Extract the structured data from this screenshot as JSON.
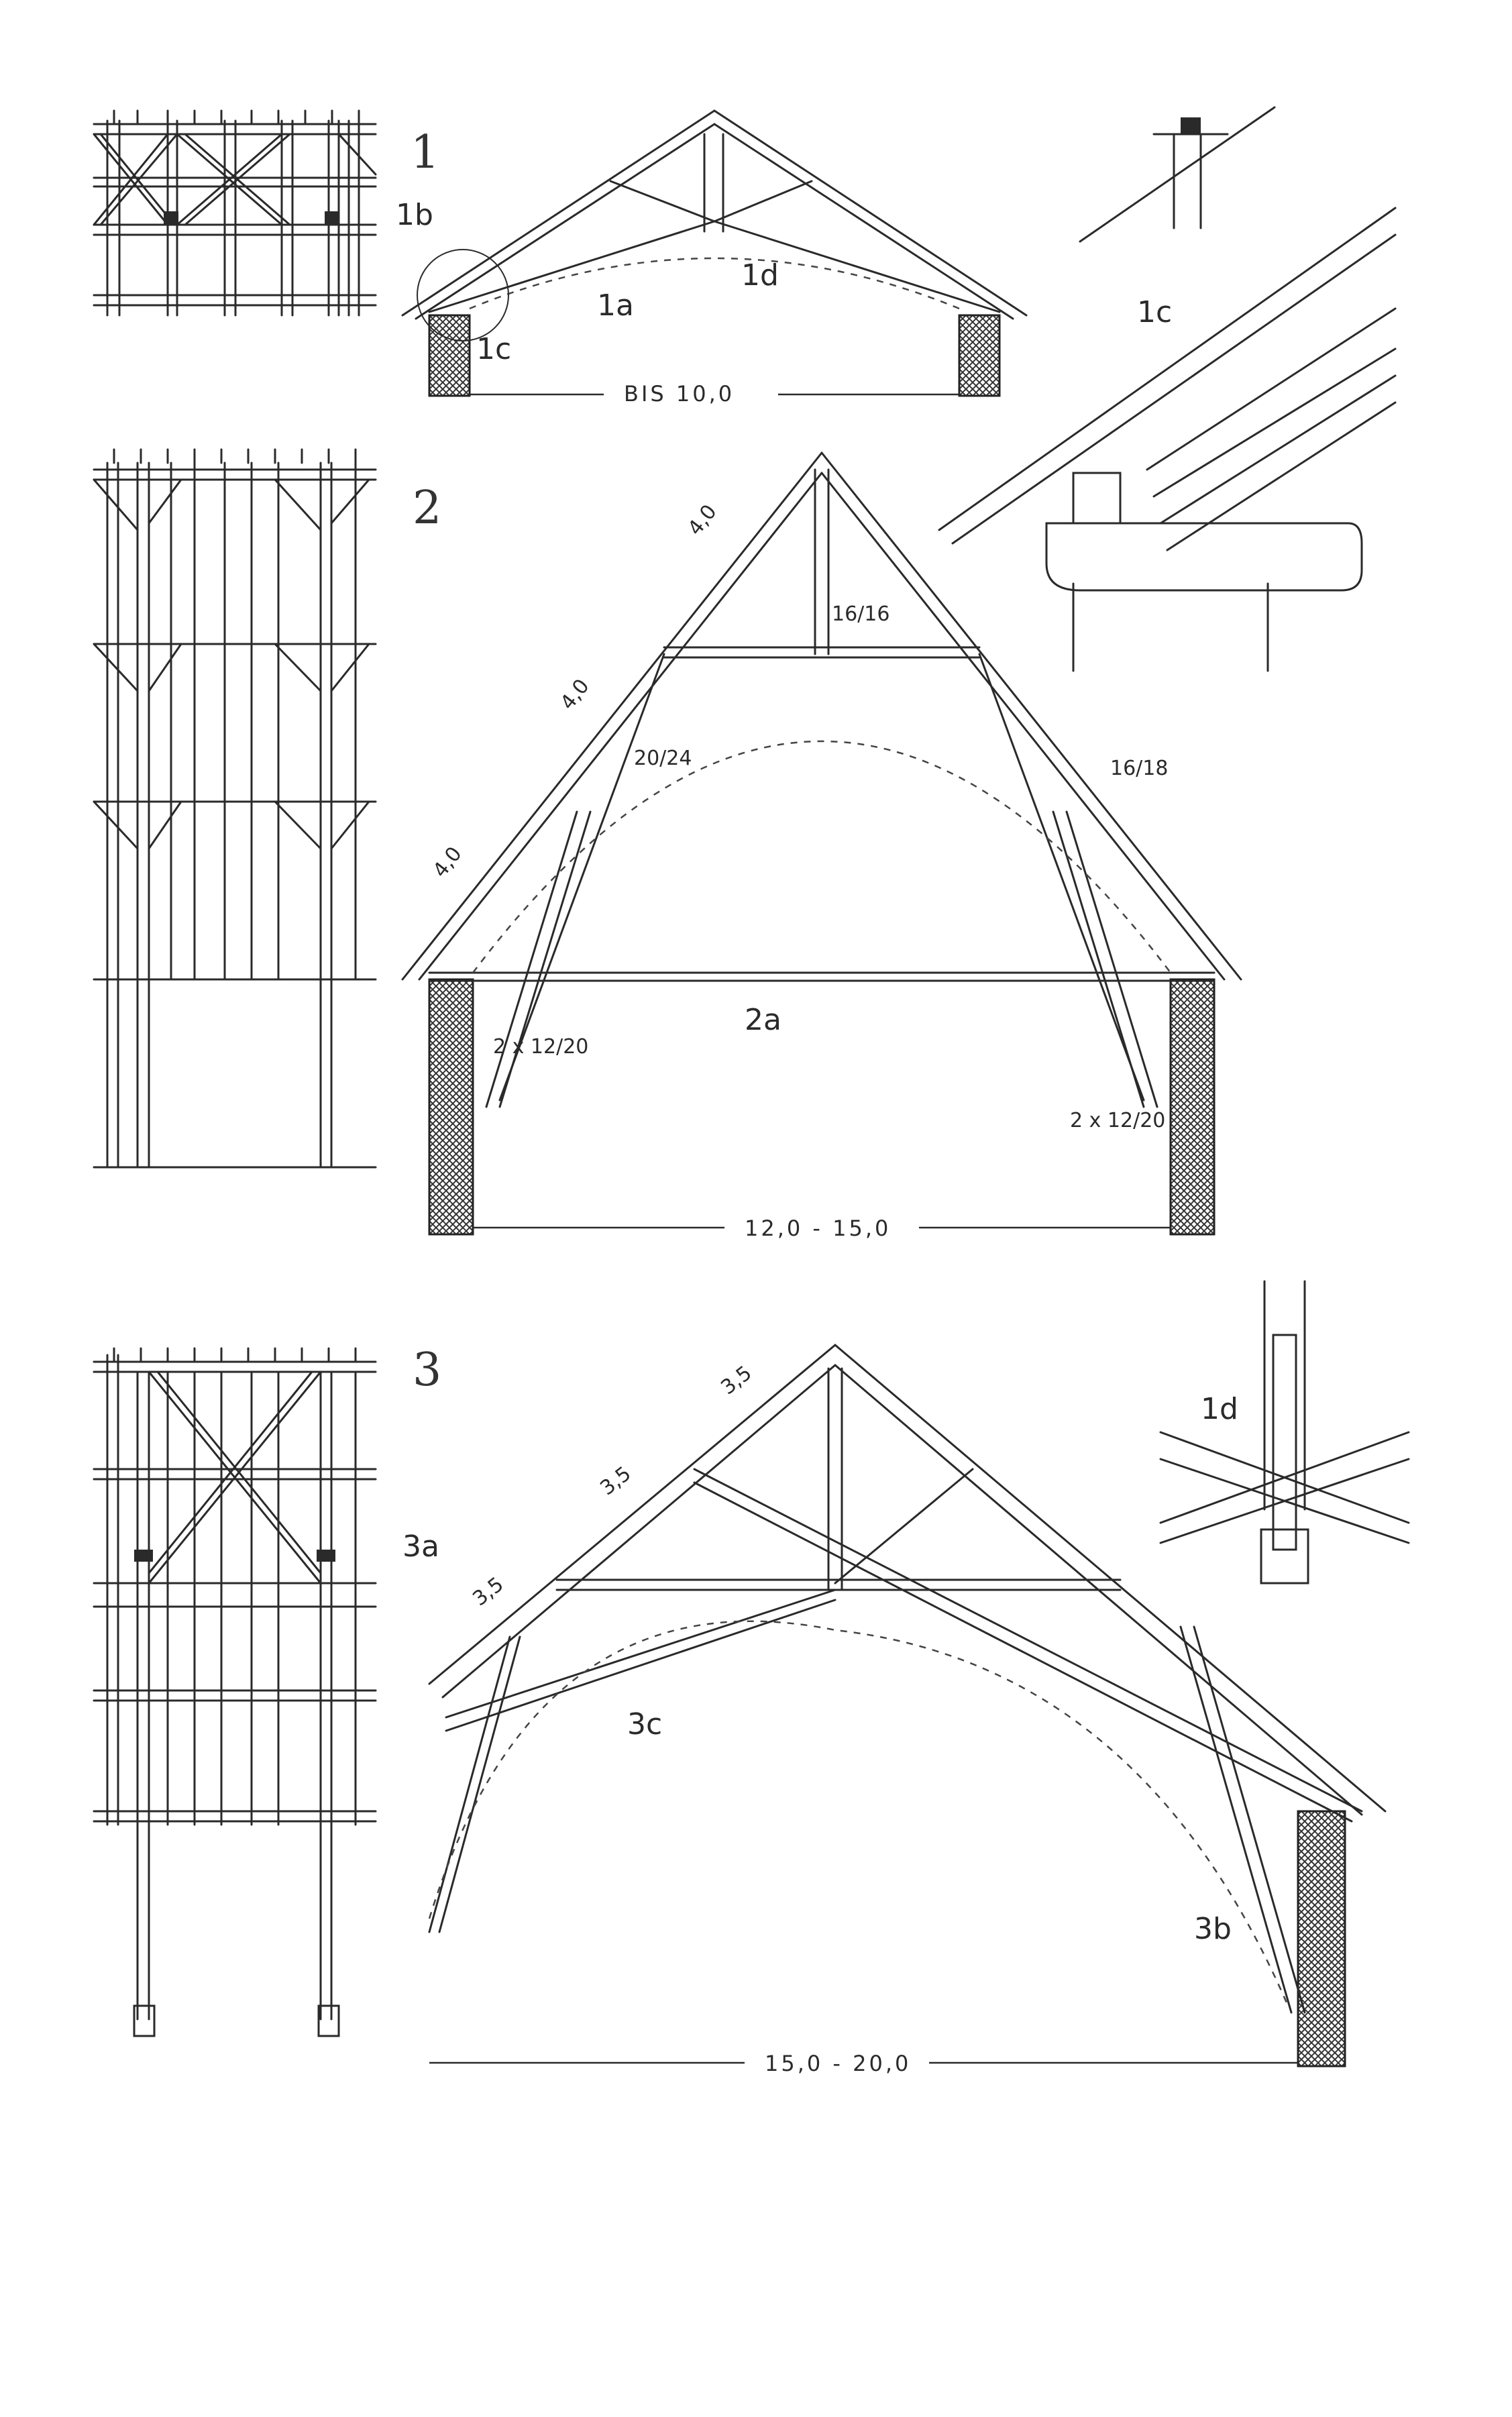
{
  "colors": {
    "ink": "#2a2a2a",
    "paper": "#ffffff"
  },
  "figure1": {
    "number": "1",
    "labels": {
      "tie": "1a",
      "elevation": "1b",
      "detail_foot": "1c",
      "detail_hanger": "1d"
    },
    "span": "BIS 10,0"
  },
  "figure2": {
    "number": "2",
    "labels": {
      "tie": "2a"
    },
    "segments": [
      "4,0",
      "4,0",
      "4,0"
    ],
    "sections": {
      "king_post": "16/16",
      "rafter": "20/24",
      "strut": "16/18",
      "tie_left": "2 x 12/20",
      "tie_right": "2 x 12/20"
    },
    "span": "12,0 - 15,0"
  },
  "figure3": {
    "number": "3",
    "labels": {
      "elevation": "3a",
      "foot": "3b",
      "arch": "3c"
    },
    "segments": [
      "3,5",
      "3,5",
      "3,5"
    ],
    "span": "15,0 - 20,0"
  },
  "details": {
    "foot_label": "1c",
    "hanger_label": "1d"
  }
}
